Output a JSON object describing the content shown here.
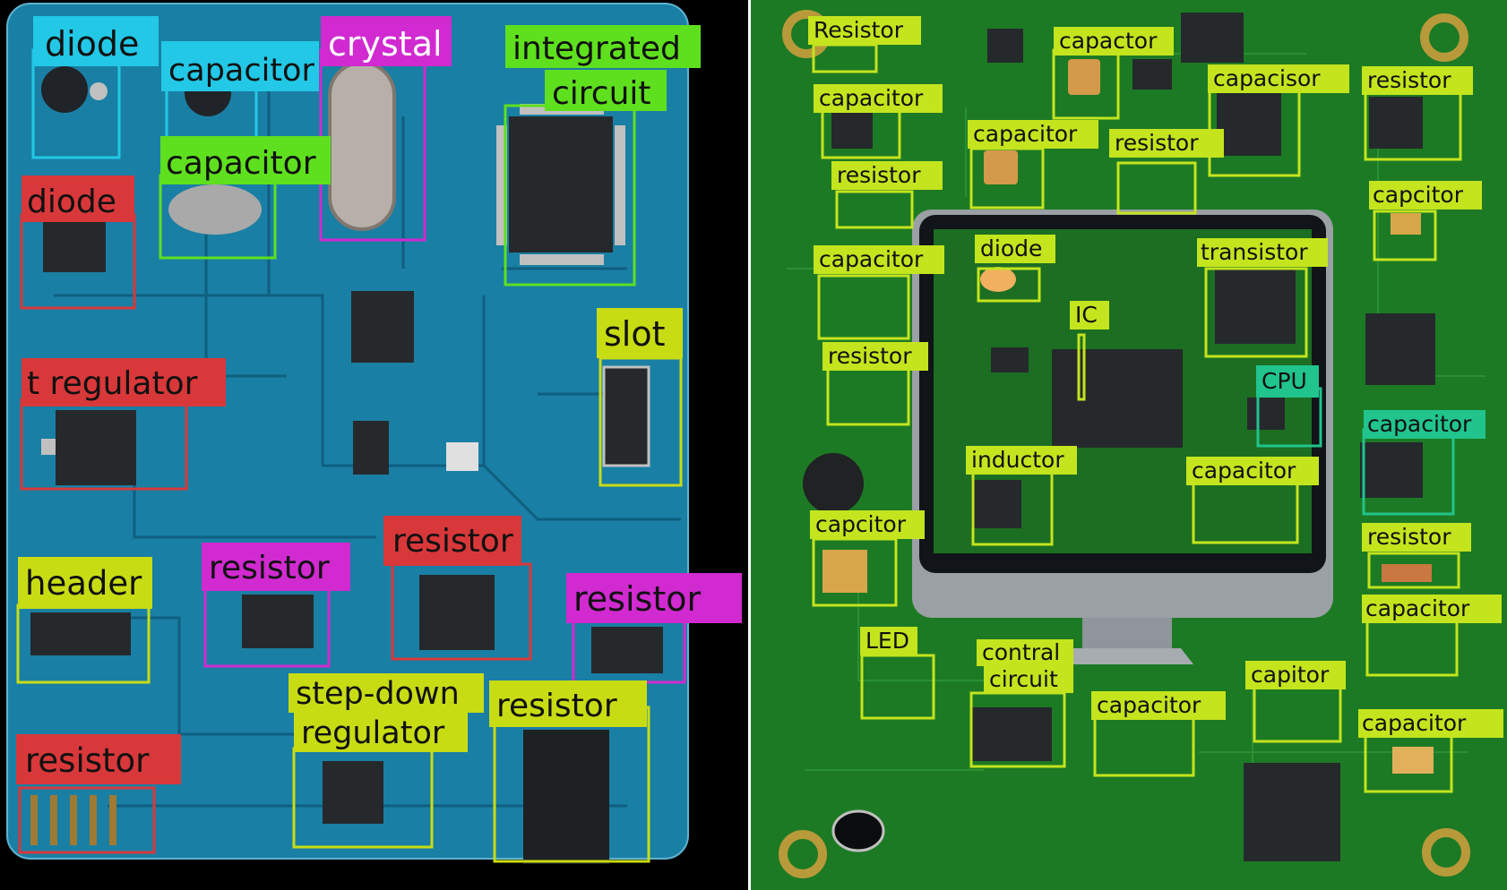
{
  "colors": {
    "blue_board": "#1a7fa4",
    "green_board": "#1d7a24",
    "cyan": "#22c8e6",
    "magenta": "#d02ad0",
    "green": "#5ee01e",
    "red": "#d8383a",
    "yellow": "#c8dc14",
    "lime": "#c4e41e",
    "teal": "#20c48c"
  },
  "left_board": {
    "labels": [
      {
        "text": "diode",
        "color": "cyan"
      },
      {
        "text": "capacitor",
        "color": "cyan"
      },
      {
        "text": "crystal",
        "color": "magenta"
      },
      {
        "text": "integrated",
        "color": "green"
      },
      {
        "text": "circuit",
        "color": "green"
      },
      {
        "text": "capacitor",
        "color": "green"
      },
      {
        "text": "diode",
        "color": "red"
      },
      {
        "text": "slot",
        "color": "yellow"
      },
      {
        "text": "t regulator",
        "color": "red"
      },
      {
        "text": "resistor",
        "color": "red"
      },
      {
        "text": "header",
        "color": "yellow"
      },
      {
        "text": "resistor",
        "color": "magenta"
      },
      {
        "text": "resistor",
        "color": "magenta"
      },
      {
        "text": "step-down",
        "color": "yellow"
      },
      {
        "text": "regulator",
        "color": "yellow"
      },
      {
        "text": "resistor",
        "color": "yellow"
      },
      {
        "text": "resistor",
        "color": "red"
      }
    ]
  },
  "right_board": {
    "labels": [
      {
        "text": "Resistor",
        "color": "lime"
      },
      {
        "text": "capactor",
        "color": "lime"
      },
      {
        "text": "capacitor",
        "color": "lime"
      },
      {
        "text": "capacisor",
        "color": "lime"
      },
      {
        "text": "resistor",
        "color": "lime"
      },
      {
        "text": "capacitor",
        "color": "lime"
      },
      {
        "text": "resistor",
        "color": "lime"
      },
      {
        "text": "resistor",
        "color": "lime"
      },
      {
        "text": "capcitor",
        "color": "lime"
      },
      {
        "text": "capacitor",
        "color": "lime"
      },
      {
        "text": "diode",
        "color": "lime"
      },
      {
        "text": "transistor",
        "color": "lime"
      },
      {
        "text": "IC",
        "color": "lime"
      },
      {
        "text": "resistor",
        "color": "lime"
      },
      {
        "text": "CPU",
        "color": "teal"
      },
      {
        "text": "capacitor",
        "color": "teal"
      },
      {
        "text": "inductor",
        "color": "lime"
      },
      {
        "text": "capacitor",
        "color": "lime"
      },
      {
        "text": "capcitor",
        "color": "lime"
      },
      {
        "text": "resistor",
        "color": "lime"
      },
      {
        "text": "capacitor",
        "color": "lime"
      },
      {
        "text": "LED",
        "color": "lime"
      },
      {
        "text": "contral",
        "color": "lime"
      },
      {
        "text": "circuit",
        "color": "lime"
      },
      {
        "text": "capacitor",
        "color": "lime"
      },
      {
        "text": "capitor",
        "color": "lime"
      },
      {
        "text": "capacitor",
        "color": "lime"
      }
    ]
  }
}
